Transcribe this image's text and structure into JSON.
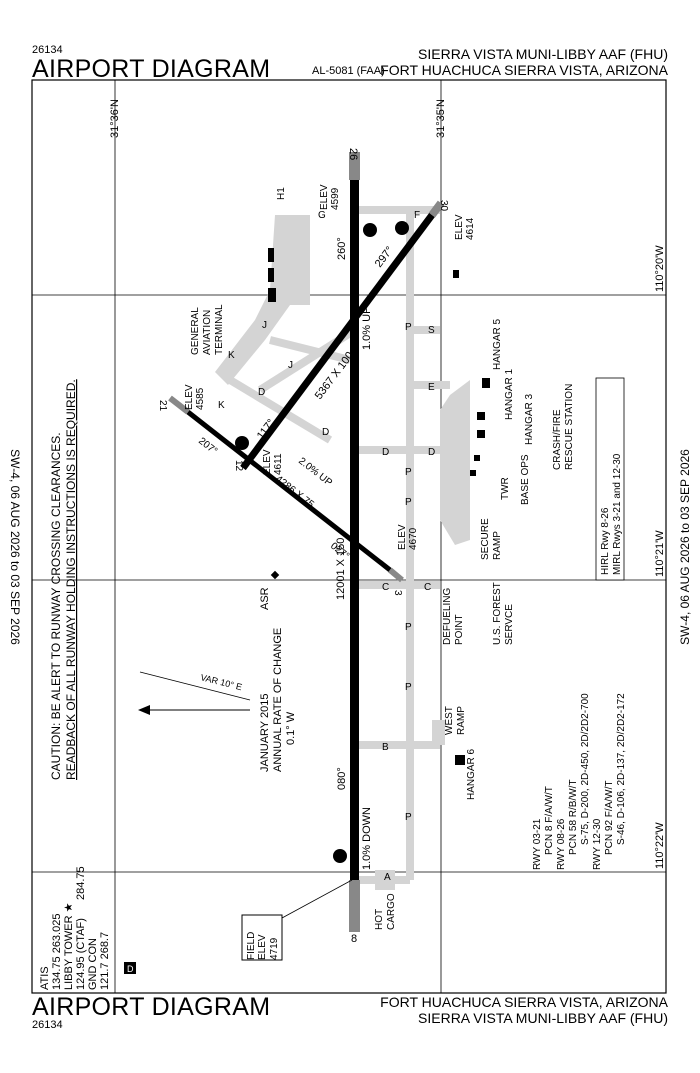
{
  "header": {
    "code": "26134",
    "title": "AIRPORT DIAGRAM",
    "doc_number": "AL-5081 (FAA)",
    "airport_name": "SIERRA VISTA MUNI-LIBBY AAF (FHU)",
    "location": "FORT HUACHUCA SIERRA VISTA, ARIZONA"
  },
  "footer": {
    "code": "26134",
    "title": "AIRPORT DIAGRAM",
    "location": "FORT HUACHUCA SIERRA VISTA, ARIZONA",
    "airport_name": "SIERRA VISTA MUNI-LIBBY AAF (FHU)"
  },
  "validity_left": "SW-4, 06 AUG 2026 to 03 SEP 2026",
  "validity_right": "SW-4, 06 AUG 2026 to 03 SEP 2026",
  "graticule": {
    "lat_top_left": "31°36'N",
    "lat_top_right": "31°35'N",
    "lon_1": "110°20'W",
    "lon_2": "110°21'W",
    "lon_3": "110°22'W"
  },
  "caution": {
    "line1": "CAUTION: BE ALERT TO RUNWAY CROSSING CLEARANCES.",
    "line2": "READBACK OF ALL RUNWAY HOLDING INSTRUCTIONS IS REQUIRED."
  },
  "frequencies": {
    "atis": "ATIS",
    "atis_freq": "134.75  263.025",
    "tower": "LIBBY TOWER ★",
    "tower_freq": "124.95 (CTAF)",
    "tower_freq2": "284.75",
    "gnd": "GND CON",
    "gnd_freq": "121.7  268.7",
    "d_label": "D"
  },
  "magnetic": {
    "var": "VAR 10° E",
    "date": "JANUARY 2015",
    "roc": "ANNUAL RATE OF CHANGE",
    "roc_val": "0.1° W"
  },
  "field_elev": {
    "label1": "FIELD",
    "label2": "ELEV",
    "value": "4719"
  },
  "runways": {
    "main_dims": "12001 X 150",
    "r0826_end_top": "26",
    "r0826_end_bottom": "8",
    "hdg_260": "260°",
    "hdg_080": "080°",
    "slope_up": "1.0% UP",
    "slope_down": "1.0% DOWN",
    "r1230_dims": "5367 X 100",
    "r1230_end_top": "30",
    "r1230_end_bottom": "12",
    "hdg_297": "297°",
    "hdg_117": "117°",
    "r0321_dims": "4286 X 75",
    "r0321_slope": "2.0% UP",
    "r0321_end_21": "21",
    "r0321_end_3": "3",
    "hdg_207": "207°",
    "hdg_027": "027°"
  },
  "elevations": {
    "e4599": "4599",
    "e4614": "4614",
    "e4585": "4585",
    "e4611": "4611",
    "e4670": "4670",
    "elev": "ELEV"
  },
  "buildings": {
    "ga_terminal": [
      "GENERAL",
      "AVIATION",
      "TERMINAL"
    ],
    "hangar5": "HANGAR 5",
    "hangar1": "HANGAR 1",
    "hangar3": "HANGAR 3",
    "crash": [
      "CRASH/FIRE",
      "RESCUE STATION"
    ],
    "twr": "TWR",
    "base_ops": "BASE OPS",
    "secure": [
      "SECURE",
      "RAMP"
    ],
    "defueling": [
      "DEFUELING",
      "POINT"
    ],
    "forest": [
      "U.S. FOREST",
      "SERVCE"
    ],
    "west_ramp": [
      "WEST",
      "RAMP"
    ],
    "hangar6": "HANGAR 6",
    "hot_cargo": [
      "HOT",
      "CARGO"
    ],
    "asr": "ASR",
    "h1": "H1"
  },
  "lighting": {
    "hirl": "HIRL Rwy 8-26",
    "mirl": "MIRL Rwys 3-21 and 12-30"
  },
  "pcn": [
    "RWY 03-21",
    "PCN 8 F/A/W/T",
    "RWY 08-26",
    "PCN 58 R/B/W/T",
    "S-75, D-200, 2D-450, 2D/2D2-700",
    "RWY 12-30",
    "PCN 92 F/A/W/T",
    "S-46, D-106, 2D-137, 2D/2D2-172"
  ],
  "taxiways": {
    "A": "A",
    "B": "B",
    "C": "C",
    "D": "D",
    "E": "E",
    "F": "F",
    "G": "G",
    "J": "J",
    "K": "K",
    "P": "P",
    "S": "S"
  }
}
